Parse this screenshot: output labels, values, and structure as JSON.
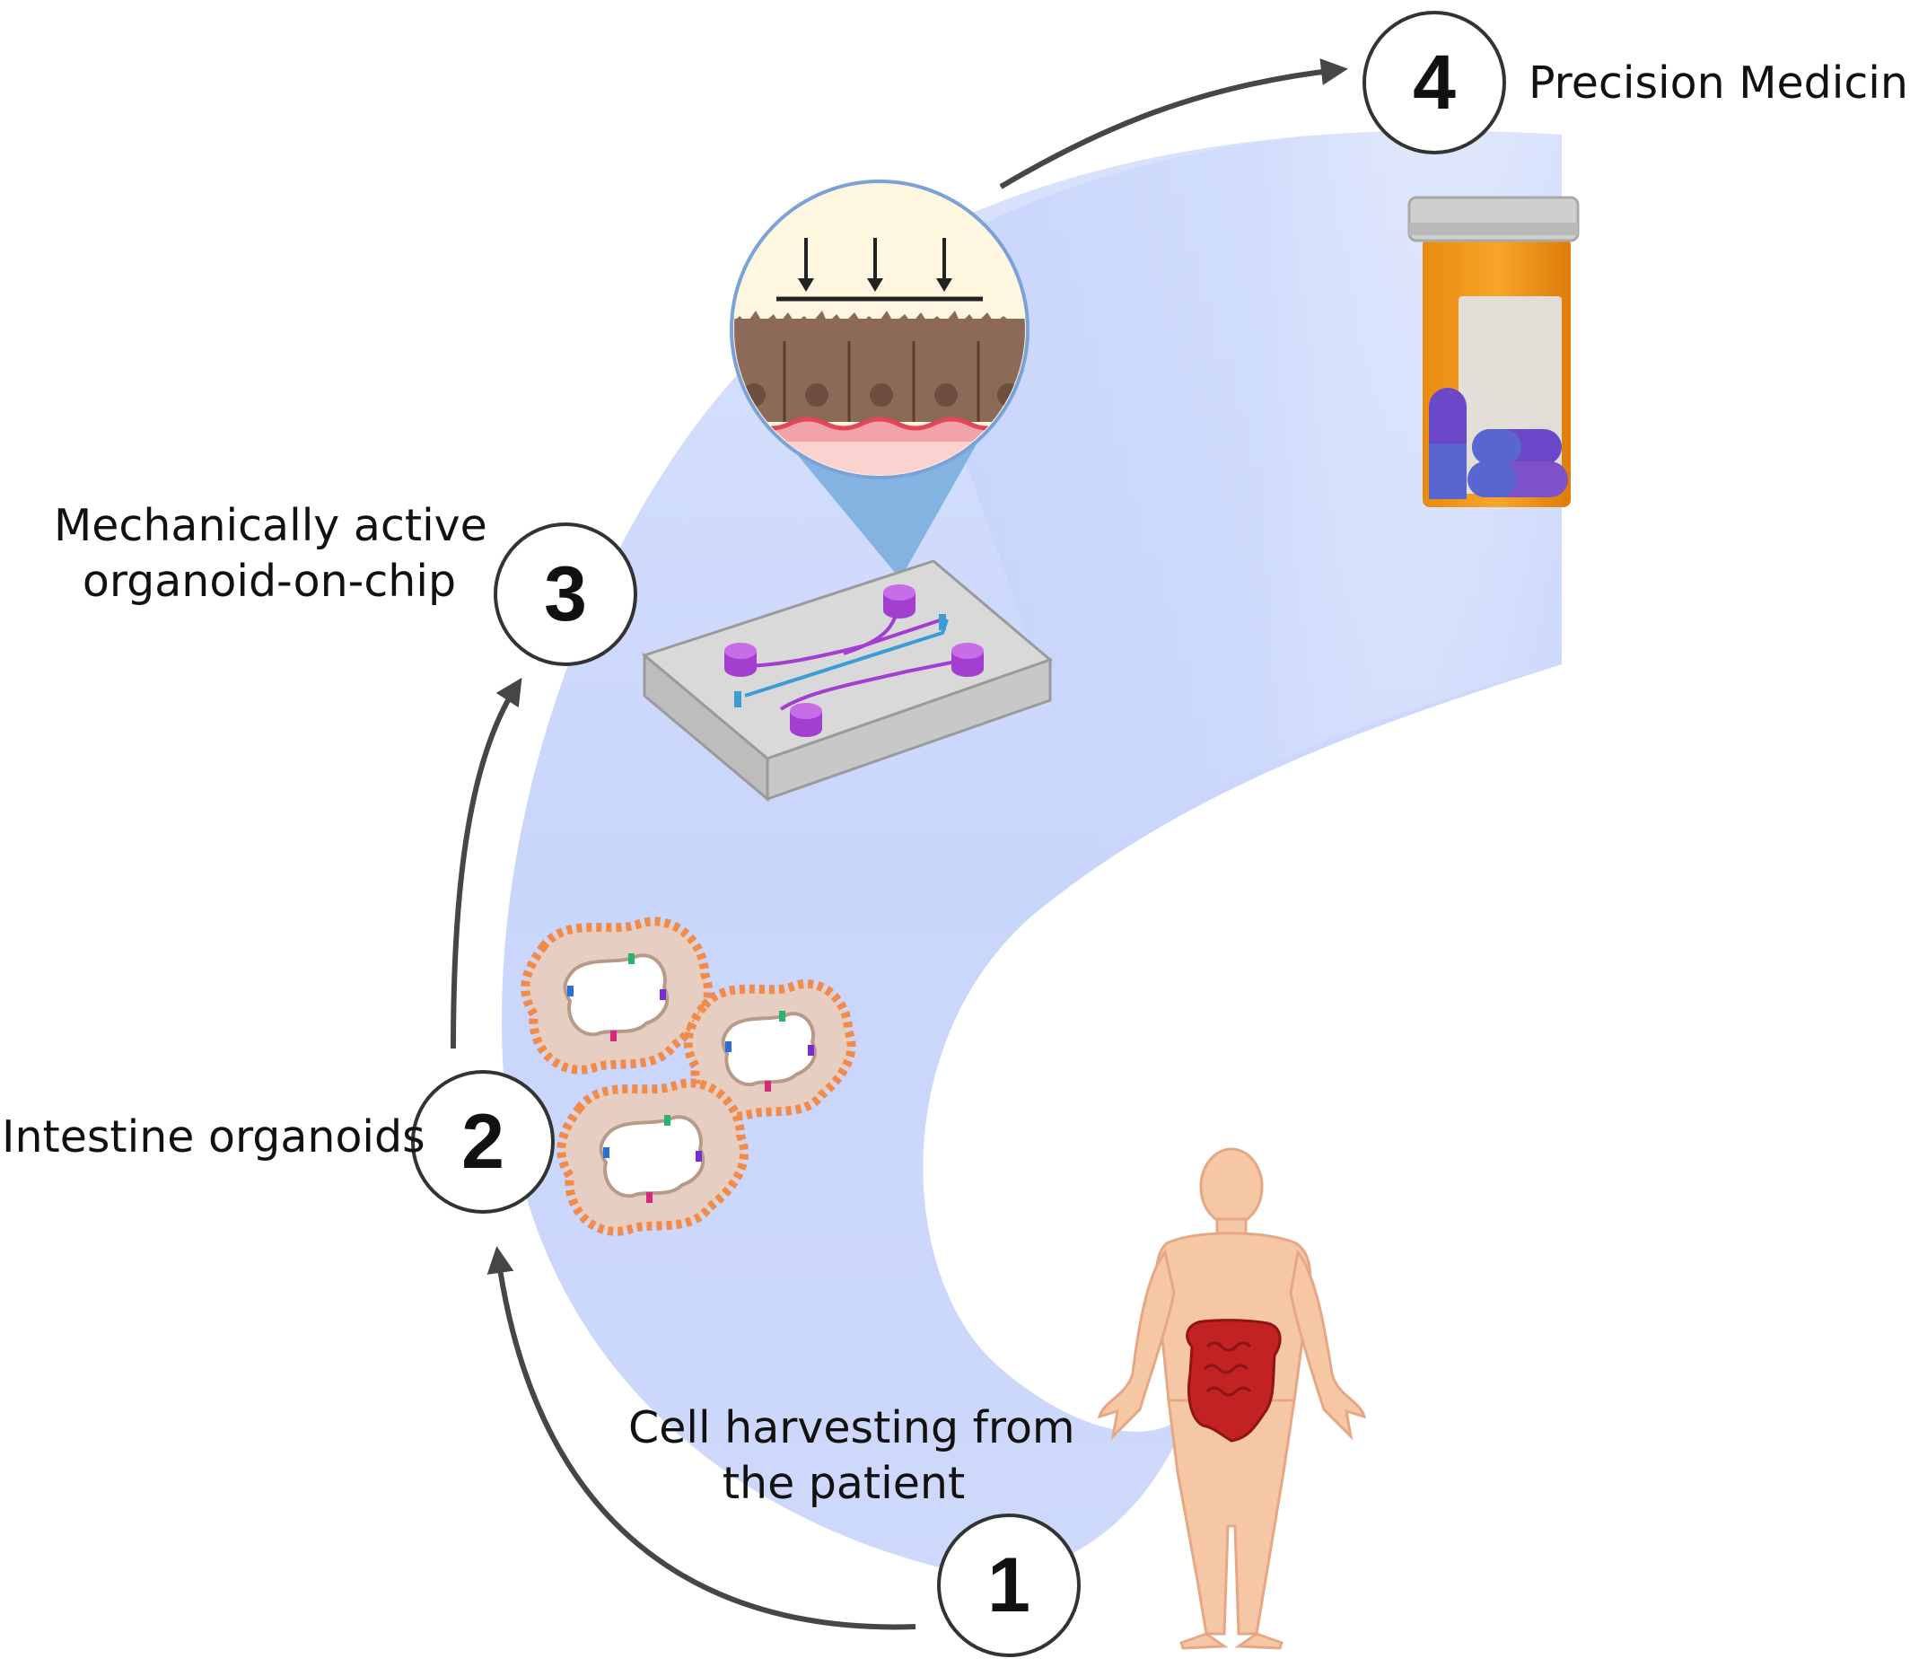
{
  "steps": [
    {
      "number": "1",
      "label_lines": [
        "Cell harvesting from",
        "the patient"
      ]
    },
    {
      "number": "2",
      "label_lines": [
        "Intestine organoids"
      ]
    },
    {
      "number": "3",
      "label_lines": [
        "Mechanically active",
        "organoid-on-chip"
      ]
    },
    {
      "number": "4",
      "label_lines": [
        "Precision Medicine"
      ]
    }
  ],
  "colors": {
    "flow_band": "#c9d6fb",
    "arrow": "#333333",
    "chip_channel": "#a33fd0",
    "chip_channel_alt": "#3b9cd6",
    "pill_bottle": "#f39a16",
    "bottle_cap": "#cfcfcf",
    "capsule": "#6b48c9",
    "tissue": "#8c6a58",
    "intestine": "#c22222",
    "skin": "#f6c7a5"
  },
  "icons": [
    "patient-body-icon",
    "organoid-icon",
    "organoid-chip-icon",
    "tissue-zoom-icon",
    "pill-bottle-icon"
  ]
}
